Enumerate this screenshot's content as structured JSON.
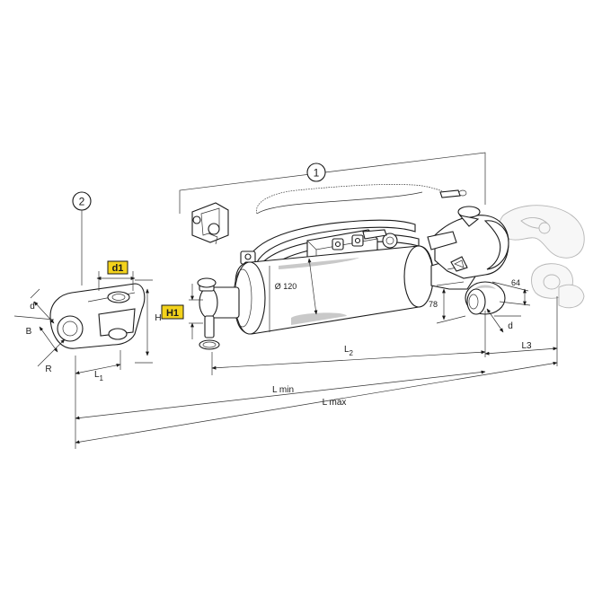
{
  "callouts": {
    "one": "1",
    "two": "2"
  },
  "tags": {
    "d1": "d1",
    "h1": "H1"
  },
  "labels": {
    "d_left": "d",
    "b": "B",
    "r": "R",
    "h": "H",
    "l1_main": "L",
    "l1_sub": "1",
    "diameter": "Ø 120",
    "l2_main": "L",
    "l2_sub": "2",
    "l3": "L3",
    "lmin": "L min",
    "lmax": "L max",
    "dim_78": "78",
    "dim_64": "64",
    "d_right": "d"
  },
  "colors": {
    "tag_fill": "#f3d21b",
    "line": "#1a1a1a"
  }
}
